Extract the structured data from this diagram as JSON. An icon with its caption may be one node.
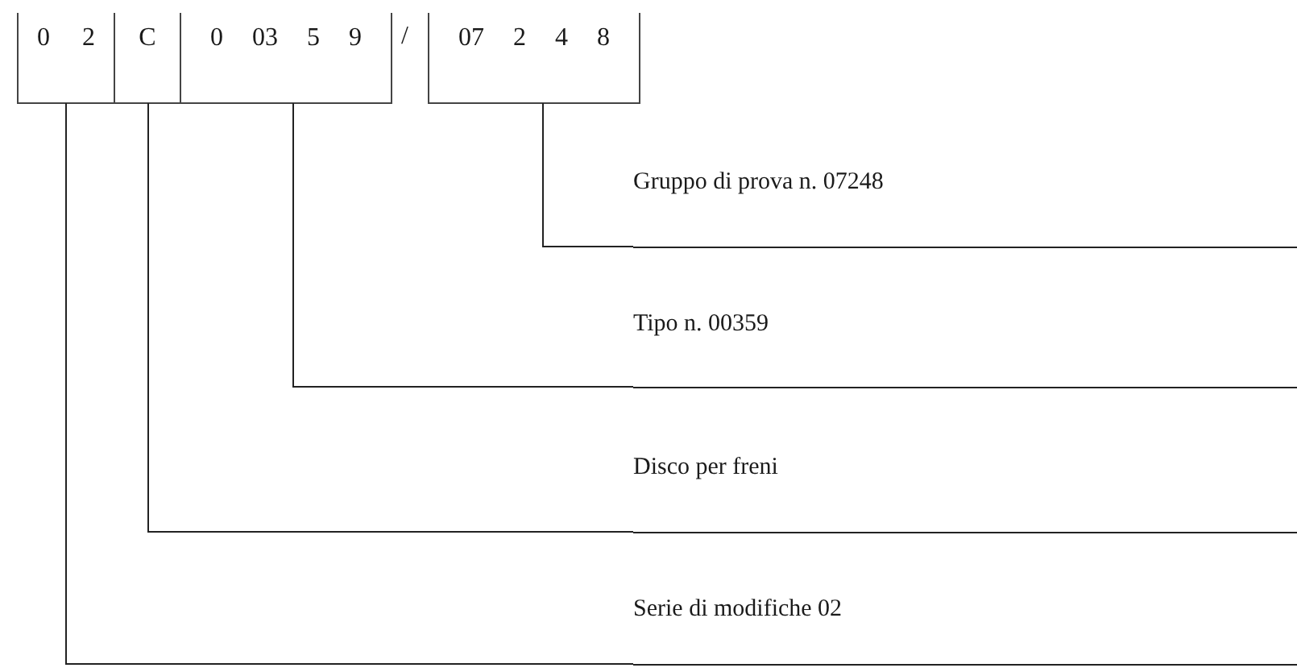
{
  "diagram": {
    "nodes": [
      {
        "text": [
          "0 2"
        ]
      },
      {
        "text": [
          "C"
        ]
      },
      {
        "text": [
          "0 03 5 9"
        ]
      },
      {
        "text": [
          "07 2 4 8"
        ]
      },
      {
        "text": [
          "Gruppo di prova n. 07248"
        ]
      },
      {
        "text": [
          "Tipo n. 00359"
        ]
      },
      {
        "text": [
          "Disco per freni"
        ]
      },
      {
        "text": [
          "Serie di modifiche 02"
        ]
      }
    ],
    "edges": [
      {
        "from": 3,
        "to": 4,
        "arrow": "none"
      },
      {
        "from": 2,
        "to": 5,
        "arrow": "none"
      },
      {
        "from": 1,
        "to": 6,
        "arrow": "none"
      },
      {
        "from": 0,
        "to": 7,
        "arrow": "none"
      }
    ],
    "labels": [
      "/"
    ]
  }
}
